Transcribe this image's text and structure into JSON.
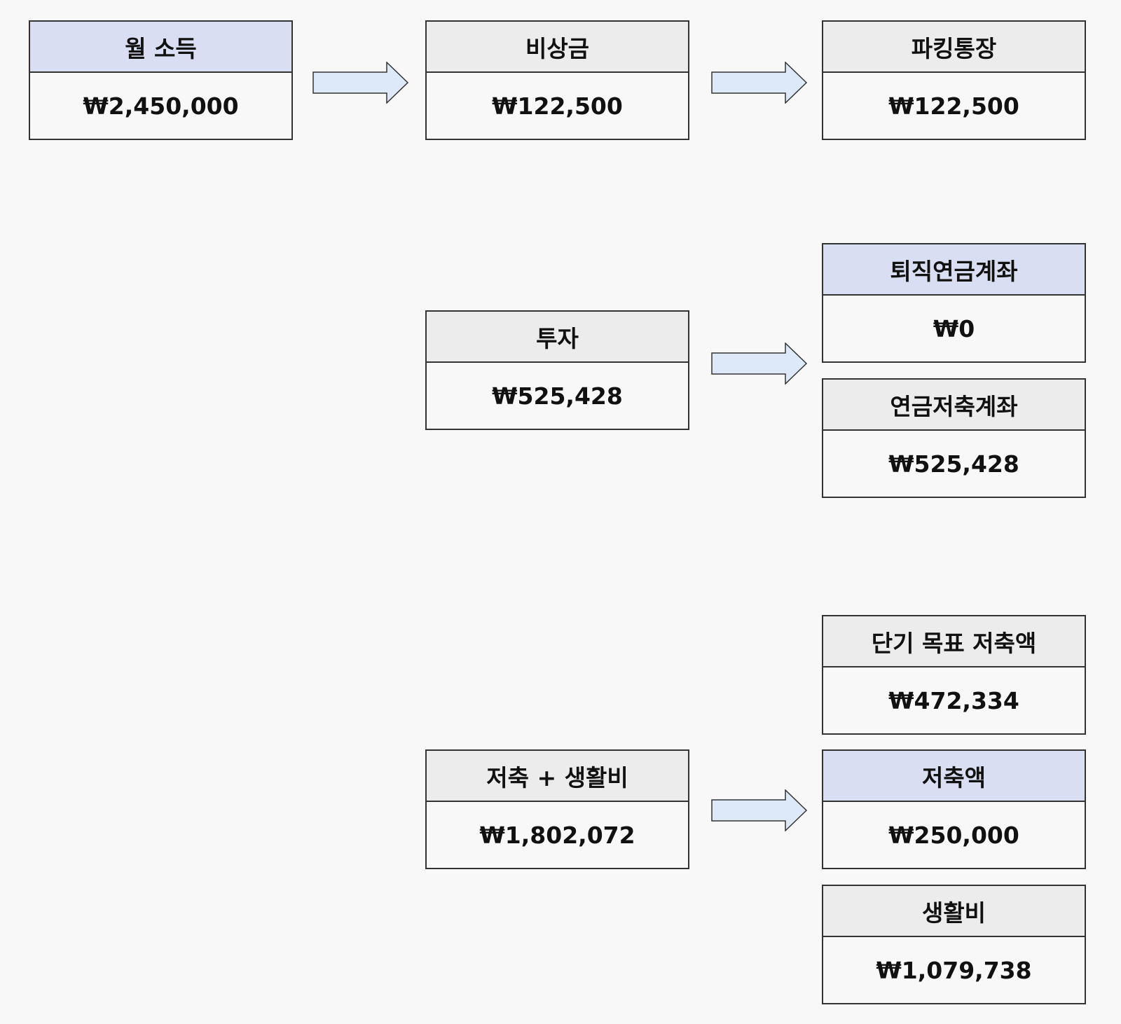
{
  "colors": {
    "background": "#f8f8f8",
    "header_default": "#ececec",
    "header_highlight": "#dadef2",
    "arrow_fill": "#dde9f8",
    "border": "#333333"
  },
  "boxes": {
    "income": {
      "title": "월 소득",
      "value": "₩2,450,000"
    },
    "emergency": {
      "title": "비상금",
      "value": "₩122,500"
    },
    "parking": {
      "title": "파킹통장",
      "value": "₩122,500"
    },
    "retirement": {
      "title": "퇴직연금계좌",
      "value": "₩0"
    },
    "investment": {
      "title": "투자",
      "value": "₩525,428"
    },
    "pension": {
      "title": "연금저축계좌",
      "value": "₩525,428"
    },
    "short_goal": {
      "title": "단기 목표 저축액",
      "value": "₩472,334"
    },
    "savings_living": {
      "title": "저축 + 생활비",
      "value": "₩1,802,072"
    },
    "savings": {
      "title": "저축액",
      "value": "₩250,000"
    },
    "living": {
      "title": "생활비",
      "value": "₩1,079,738"
    }
  }
}
